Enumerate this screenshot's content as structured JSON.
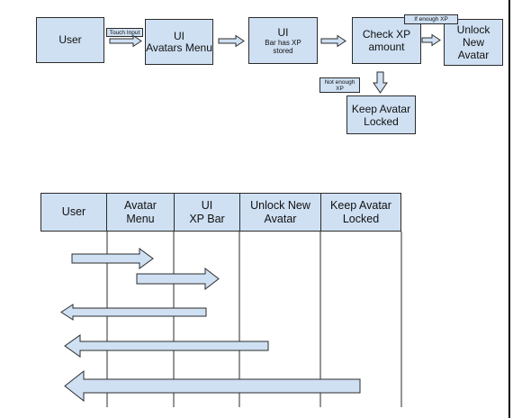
{
  "flowchart": {
    "user": "User",
    "touch_input": "Touch Input",
    "avatars_menu": {
      "line1": "UI",
      "line2": "Avatars Menu"
    },
    "xp_bar": {
      "line1": "UI",
      "line2": "Bar has XP",
      "line3": "stored"
    },
    "check_xp": {
      "line1": "Check XP",
      "line2": "amount"
    },
    "if_enough": "If enough XP",
    "unlock": {
      "line1": "Unlock New",
      "line2": "Avatar"
    },
    "not_enough": {
      "line1": "Not enough",
      "line2": "XP"
    },
    "keep_locked": {
      "line1": "Keep Avatar",
      "line2": "Locked"
    }
  },
  "sequence": {
    "lanes": [
      {
        "line1": "User",
        "line2": ""
      },
      {
        "line1": "Avatar",
        "line2": "Menu"
      },
      {
        "line1": "UI",
        "line2": "XP Bar"
      },
      {
        "line1": "Unlock New",
        "line2": "Avatar"
      },
      {
        "line1": "Keep Avatar",
        "line2": "Locked"
      }
    ]
  },
  "colors": {
    "box_fill": "#cfe0f3",
    "stroke": "#2b2b2b",
    "page_rule": "#000000"
  }
}
